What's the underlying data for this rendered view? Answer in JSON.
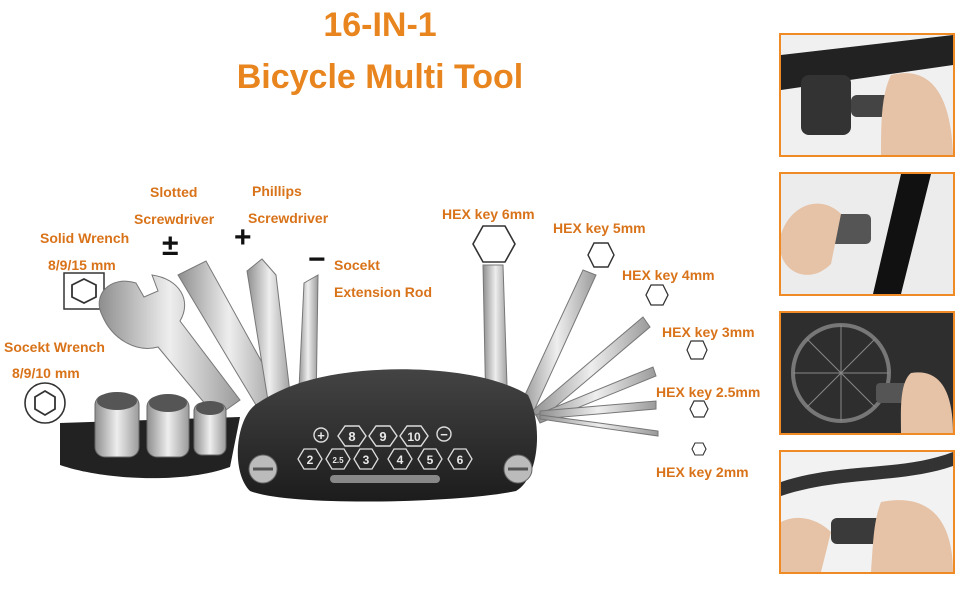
{
  "title": {
    "line1": "16-IN-1",
    "line2": "Bicycle Multi Tool"
  },
  "labels": {
    "slotted_1": "Slotted",
    "slotted_2": "Screwdriver",
    "phillips_1": "Phillips",
    "phillips_2": "Screwdriver",
    "solid_wrench_1": "Solid Wrench",
    "solid_wrench_2": "8/9/15 mm",
    "socket_wrench_1": "Socekt Wrench",
    "socket_wrench_2": "8/9/10 mm",
    "extension_1": "Socekt",
    "extension_2": "Extension Rod",
    "hex6": "HEX key 6mm",
    "hex5": "HEX key 5mm",
    "hex4": "HEX key 4mm",
    "hex3": "HEX key 3mm",
    "hex25": "HEX key 2.5mm",
    "hex2": "HEX key 2mm"
  },
  "symbols": {
    "plus_minus": "±",
    "plus": "+",
    "minus": "−"
  },
  "tool_body": {
    "top_marks": [
      "+",
      "8",
      "9",
      "10",
      "−"
    ],
    "bottom_marks": [
      "2",
      "2.5",
      "3",
      "4",
      "5",
      "6"
    ]
  },
  "colors": {
    "accent": "#e8851e",
    "label": "#d9731a",
    "panel_border": "#f08a24",
    "tool_body": "#2b2b2b",
    "metal": "#c9c9c9"
  }
}
